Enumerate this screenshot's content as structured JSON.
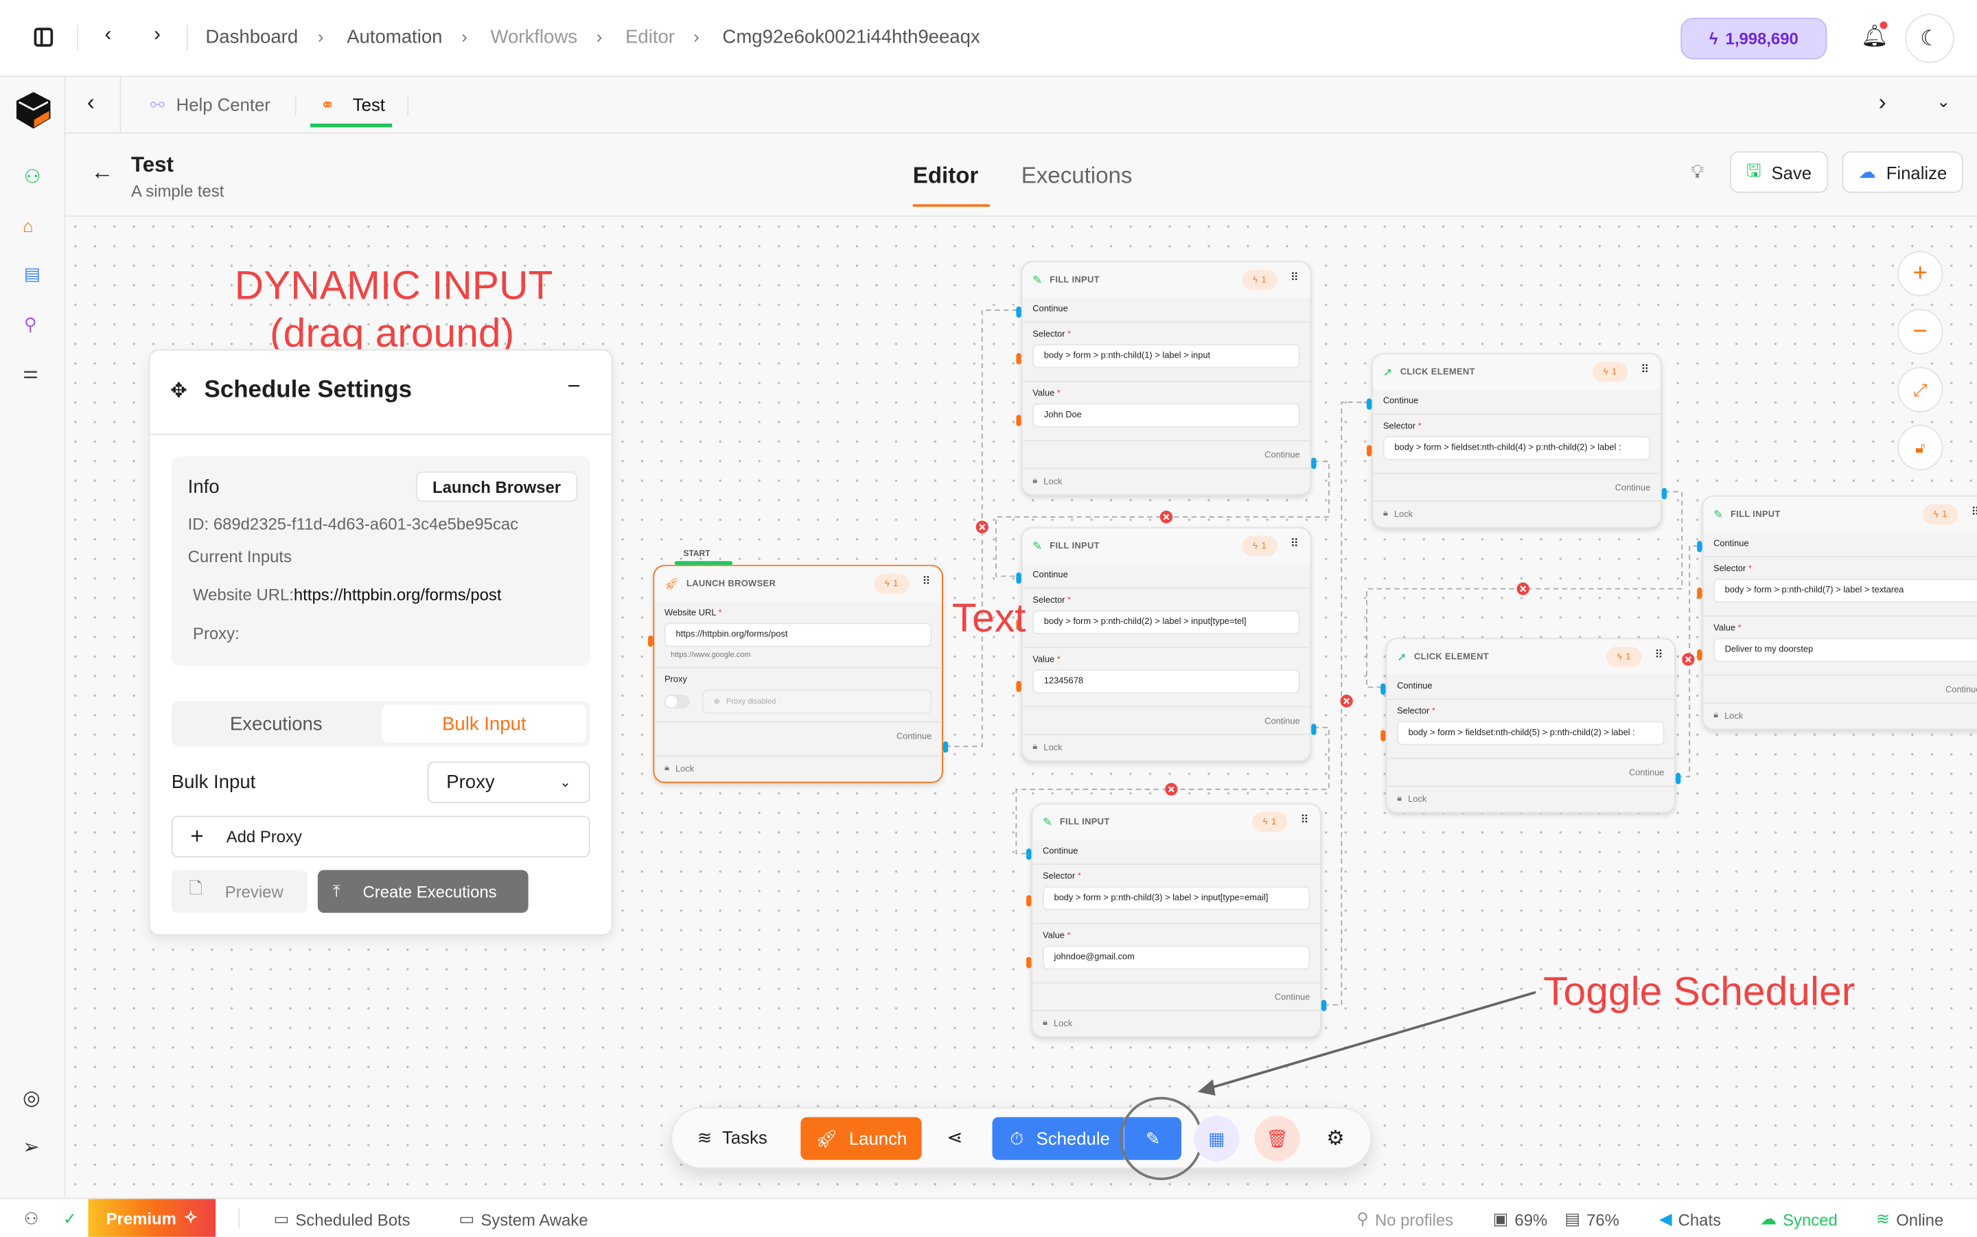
{
  "topbar": {
    "breadcrumbs": [
      "Dashboard",
      "Automation",
      "Workflows",
      "Editor",
      "Cmg92e6ok0021i44hth9eeaqx"
    ],
    "credits": "1,998,690"
  },
  "tabs": [
    {
      "label": "Help Center"
    },
    {
      "label": "Test",
      "active": true
    }
  ],
  "header": {
    "title": "Test",
    "subtitle": "A simple test",
    "tabs": [
      "Editor",
      "Executions"
    ],
    "active_tab": "Editor",
    "save": "Save",
    "finalize": "Finalize"
  },
  "panel": {
    "title": "Schedule Settings",
    "info_title": "Info",
    "launch_browser": "Launch Browser",
    "id": "ID: 689d2325-f11d-4d63-a601-3c4e5be95cac",
    "current_inputs": "Current Inputs",
    "website_label": "Website URL:",
    "website_value": "https://httpbin.org/forms/post",
    "proxy_label": "Proxy:",
    "tabs": [
      "Executions",
      "Bulk Input"
    ],
    "active_tab": "Bulk Input",
    "bulk_label": "Bulk Input",
    "bulk_select": "Proxy",
    "add_proxy": "Add Proxy",
    "preview": "Preview",
    "create": "Create Executions"
  },
  "annotations": {
    "dynamic1": "DYNAMIC INPUT",
    "dynamic2": "(drag around)",
    "text": "Text",
    "toggle": "Toggle Scheduler"
  },
  "nodes": [
    {
      "type": "launch",
      "title": "LAUNCH BROWSER",
      "badge": "1",
      "start": "START",
      "url_label": "Website URL",
      "url": "https://httpbin.org/forms/post",
      "hint": "https://www.google.com",
      "proxy_label": "Proxy",
      "proxy_placeholder": "Proxy disabled",
      "proxy_enabled": false,
      "out": "Continue",
      "lock": "Lock"
    },
    {
      "type": "fill",
      "title": "FILL INPUT",
      "badge": "1",
      "in": "Continue",
      "selector_label": "Selector",
      "selector": "body > form > p:nth-child(1) > label > input",
      "value_label": "Value",
      "value": "John Doe",
      "out": "Continue",
      "lock": "Lock"
    },
    {
      "type": "fill",
      "title": "FILL INPUT",
      "badge": "1",
      "in": "Continue",
      "selector_label": "Selector",
      "selector": "body > form > p:nth-child(2) > label > input[type=tel]",
      "value_label": "Value",
      "value": "12345678",
      "out": "Continue",
      "lock": "Lock"
    },
    {
      "type": "fill",
      "title": "FILL INPUT",
      "badge": "1",
      "in": "Continue",
      "selector_label": "Selector",
      "selector": "body > form > p:nth-child(3) > label > input[type=email]",
      "value_label": "Value",
      "value": "johndoe@gmail.com",
      "out": "Continue",
      "lock": "Lock"
    },
    {
      "type": "click",
      "title": "CLICK ELEMENT",
      "badge": "1",
      "in": "Continue",
      "selector_label": "Selector",
      "selector": "body > form > fieldset:nth-child(4) > p:nth-child(2) > label :",
      "out": "Continue",
      "lock": "Lock"
    },
    {
      "type": "click",
      "title": "CLICK ELEMENT",
      "badge": "1",
      "in": "Continue",
      "selector_label": "Selector",
      "selector": "body > form > fieldset:nth-child(5) > p:nth-child(2) > label :",
      "out": "Continue",
      "lock": "Lock"
    },
    {
      "type": "fill",
      "title": "FILL INPUT",
      "badge": "1",
      "in": "Continue",
      "selector_label": "Selector",
      "selector": "body > form > p:nth-child(7) > label > textarea",
      "value_label": "Value",
      "value": "Deliver to my doorstep",
      "out": "Continue",
      "lock": "Lock"
    }
  ],
  "toolbar": {
    "tasks": "Tasks",
    "launch": "Launch",
    "schedule": "Schedule"
  },
  "status": {
    "premium": "Premium",
    "scheduled_bots": "Scheduled Bots",
    "system_awake": "System Awake",
    "no_profiles": "No profiles",
    "cpu": "69%",
    "memory": "76%",
    "chats": "Chats",
    "synced": "Synced",
    "online": "Online"
  },
  "colors": {
    "accent": "#f97316",
    "primary": "#3b82f6",
    "success": "#22c55e",
    "annotation": "#ef4444",
    "credits": "#6d28d9"
  }
}
